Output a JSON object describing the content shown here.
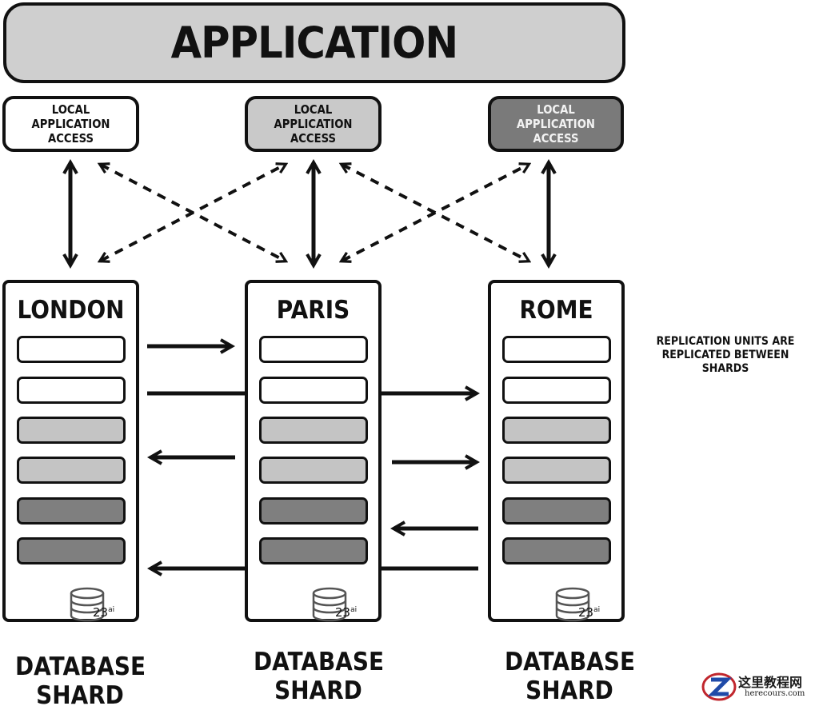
{
  "application": {
    "title": "APPLICATION"
  },
  "access": [
    {
      "label_line1": "LOCAL APPLICATION",
      "label_line2": "ACCESS"
    },
    {
      "label_line1": "LOCAL APPLICATION",
      "label_line2": "ACCESS"
    },
    {
      "label_line1": "LOCAL APPLICATION",
      "label_line2": "ACCESS"
    }
  ],
  "shards": [
    {
      "city": "LONDON",
      "version": "23",
      "version_sup": "ai",
      "caption_line1": "DATABASE",
      "caption_line2": "SHARD",
      "units": [
        "white",
        "white",
        "light",
        "light",
        "dark",
        "dark"
      ]
    },
    {
      "city": "PARIS",
      "version": "23",
      "version_sup": "ai",
      "caption_line1": "DATABASE",
      "caption_line2": "SHARD",
      "units": [
        "white",
        "white",
        "light",
        "light",
        "dark",
        "dark"
      ]
    },
    {
      "city": "ROME",
      "version": "23",
      "version_sup": "ai",
      "caption_line1": "DATABASE",
      "caption_line2": "SHARD",
      "units": [
        "white",
        "white",
        "light",
        "light",
        "dark",
        "dark"
      ]
    }
  ],
  "note": {
    "line1": "REPLICATION UNITS ARE",
    "line2": "REPLICATED BETWEEN SHARDS"
  },
  "colors": {
    "bar": "#cfcfcf",
    "white": "#ffffff",
    "light": "#c4c4c4",
    "dark": "#7f7f7f",
    "ink": "#111111"
  },
  "watermark": {
    "chinese": "这里教程网",
    "site": "herecours.com"
  }
}
